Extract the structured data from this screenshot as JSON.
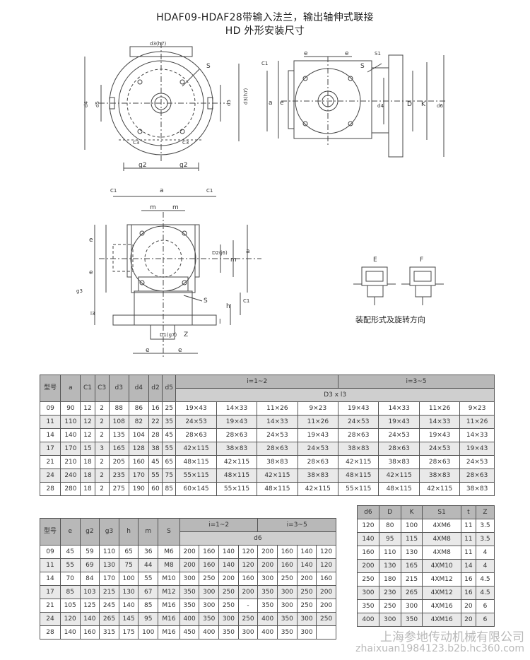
{
  "title_line1": "HDAF09-HDAF28带输入法兰，输出轴伸式联接",
  "title_line2": "HD 外形安装尺寸",
  "caption": "装配形式及旋转方向",
  "drawing_labels": {
    "d3h7": "d3(h7)",
    "d5": "d5",
    "d4": "d4",
    "s": "S",
    "c1": "C1",
    "c3": "C3",
    "g2": "g2",
    "e": "e",
    "a": "a",
    "d": "D",
    "k": "K",
    "d6": "d6",
    "s1": "S1",
    "m": "m",
    "d2j6": "D2(j6)",
    "d1g7": "D1(g7)",
    "g3": "g3",
    "l3": "l3",
    "h": "h",
    "l": "l",
    "z": "Z",
    "E": "E",
    "F": "F"
  },
  "table1": {
    "headers": [
      "型号",
      "a",
      "C1",
      "C3",
      "d3",
      "d4",
      "d2",
      "d5"
    ],
    "group1": "i=1~2",
    "group2": "i=3~5",
    "sub": "D3 x l3",
    "rows": [
      [
        "09",
        "90",
        "12",
        "2",
        "88",
        "86",
        "16",
        "25",
        "19×43",
        "14×33",
        "11×26",
        "9×23",
        "19×43",
        "14×33",
        "11×26",
        "9×23"
      ],
      [
        "11",
        "110",
        "12",
        "2",
        "108",
        "82",
        "22",
        "35",
        "24×53",
        "19×43",
        "14×33",
        "11×26",
        "24×53",
        "19×43",
        "14×33",
        "11×26"
      ],
      [
        "14",
        "140",
        "12",
        "2",
        "135",
        "104",
        "28",
        "45",
        "28×63",
        "28×63",
        "24×53",
        "19×43",
        "28×63",
        "24×53",
        "19×43",
        "14×33"
      ],
      [
        "17",
        "170",
        "15",
        "3",
        "165",
        "128",
        "38",
        "55",
        "42×115",
        "38×83",
        "28×63",
        "24×53",
        "38×83",
        "28×63",
        "24×53",
        "19×43"
      ],
      [
        "21",
        "210",
        "18",
        "2",
        "205",
        "160",
        "45",
        "65",
        "48×115",
        "42×115",
        "38×83",
        "28×63",
        "42×115",
        "38×83",
        "28×63",
        "24×53"
      ],
      [
        "24",
        "240",
        "18",
        "2",
        "235",
        "170",
        "55",
        "75",
        "55×115",
        "48×115",
        "42×115",
        "38×83",
        "48×115",
        "42×115",
        "38×83",
        "28×63"
      ],
      [
        "28",
        "280",
        "18",
        "2",
        "275",
        "190",
        "60",
        "85",
        "60×145",
        "55×115",
        "48×115",
        "42×115",
        "55×115",
        "48×115",
        "42×115",
        "38×83"
      ]
    ]
  },
  "table2": {
    "headers": [
      "型号",
      "e",
      "g2",
      "g3",
      "h",
      "m",
      "S"
    ],
    "group1": "i=1~2",
    "group2": "i=3~5",
    "sub": "d6",
    "rows": [
      [
        "09",
        "45",
        "59",
        "110",
        "65",
        "36",
        "M6",
        "200",
        "160",
        "140",
        "120",
        "200",
        "160",
        "140",
        "120"
      ],
      [
        "11",
        "55",
        "69",
        "130",
        "75",
        "44",
        "M8",
        "200",
        "160",
        "140",
        "120",
        "200",
        "160",
        "140",
        "120"
      ],
      [
        "14",
        "70",
        "84",
        "170",
        "100",
        "55",
        "M10",
        "300",
        "250",
        "200",
        "160",
        "300",
        "250",
        "200",
        "160"
      ],
      [
        "17",
        "85",
        "103",
        "215",
        "130",
        "67",
        "M12",
        "350",
        "300",
        "250",
        "200",
        "350",
        "300",
        "250",
        "200"
      ],
      [
        "21",
        "105",
        "125",
        "245",
        "140",
        "85",
        "M16",
        "350",
        "300",
        "250",
        "-",
        "350",
        "300",
        "250",
        "200"
      ],
      [
        "24",
        "120",
        "140",
        "265",
        "145",
        "95",
        "M16",
        "400",
        "350",
        "300",
        "250",
        "400",
        "350",
        "300",
        "250"
      ],
      [
        "28",
        "140",
        "160",
        "315",
        "175",
        "100",
        "M16",
        "450",
        "400",
        "350",
        "300",
        "400",
        "350",
        "300",
        ""
      ]
    ]
  },
  "table3": {
    "headers": [
      "d6",
      "D",
      "K",
      "S1",
      "t",
      "Z"
    ],
    "rows": [
      [
        "120",
        "80",
        "100",
        "4XM6",
        "11",
        "3.5"
      ],
      [
        "140",
        "95",
        "115",
        "4XM8",
        "11",
        "3.5"
      ],
      [
        "160",
        "110",
        "130",
        "4XM8",
        "11",
        "4"
      ],
      [
        "200",
        "130",
        "165",
        "4XM10",
        "14",
        "4"
      ],
      [
        "250",
        "180",
        "215",
        "4XM12",
        "16",
        "4.5"
      ],
      [
        "300",
        "230",
        "265",
        "4XM12",
        "16",
        "4.5"
      ],
      [
        "350",
        "250",
        "300",
        "4XM16",
        "20",
        "6"
      ],
      [
        "400",
        "300",
        "350",
        "4XM16",
        "20",
        "6"
      ]
    ]
  },
  "watermark_line1": "上海参地传动机械有限公司",
  "watermark_line2": "zhaixuan1984123.b2b.hc360.com"
}
